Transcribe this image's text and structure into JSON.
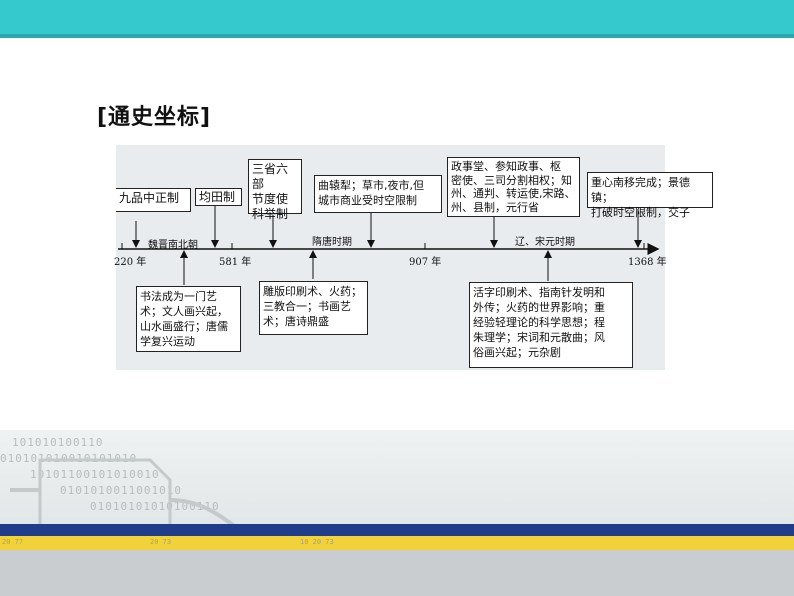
{
  "title": "[通史坐标]",
  "timeline": {
    "dates": [
      "220 年",
      "581 年",
      "907 年",
      "1368 年"
    ],
    "periods": [
      "魏晋南北朝",
      "隋唐时期",
      "辽、宋元时期"
    ],
    "top_boxes": [
      "九品中正制",
      "均田制",
      "三省六部\n节度使\n科举制",
      "曲辕犁；草市,夜市,但\n城市商业受时空限制",
      "政事堂、参知政事、枢\n密使、三司分割相权；知\n州、通判、转运使,宋路、\n州、县制，元行省",
      "重心南移完成；景德镇；\n打破时空限制，交子"
    ],
    "bottom_boxes": [
      "书法成为一门艺\n术；文人画兴起，\n山水画盛行；唐儒\n学复兴运动",
      "雕版印刷术、火药；\n三教合一；书画艺\n术；唐诗鼎盛",
      "活字印刷术、指南针发明和\n外传；火药的世界影响；重\n经验轻理论的科学思想；程\n朱理学；宋词和元散曲；风\n俗画兴起；元杂剧"
    ]
  },
  "decoration": {
    "binary_lines": [
      "101010100110",
      "010101010010101010",
      "10101100101010010",
      "0101010011001010",
      "01010101010100110"
    ],
    "ruler_text": [
      "20 77",
      "20 73",
      "10 20 73"
    ]
  }
}
